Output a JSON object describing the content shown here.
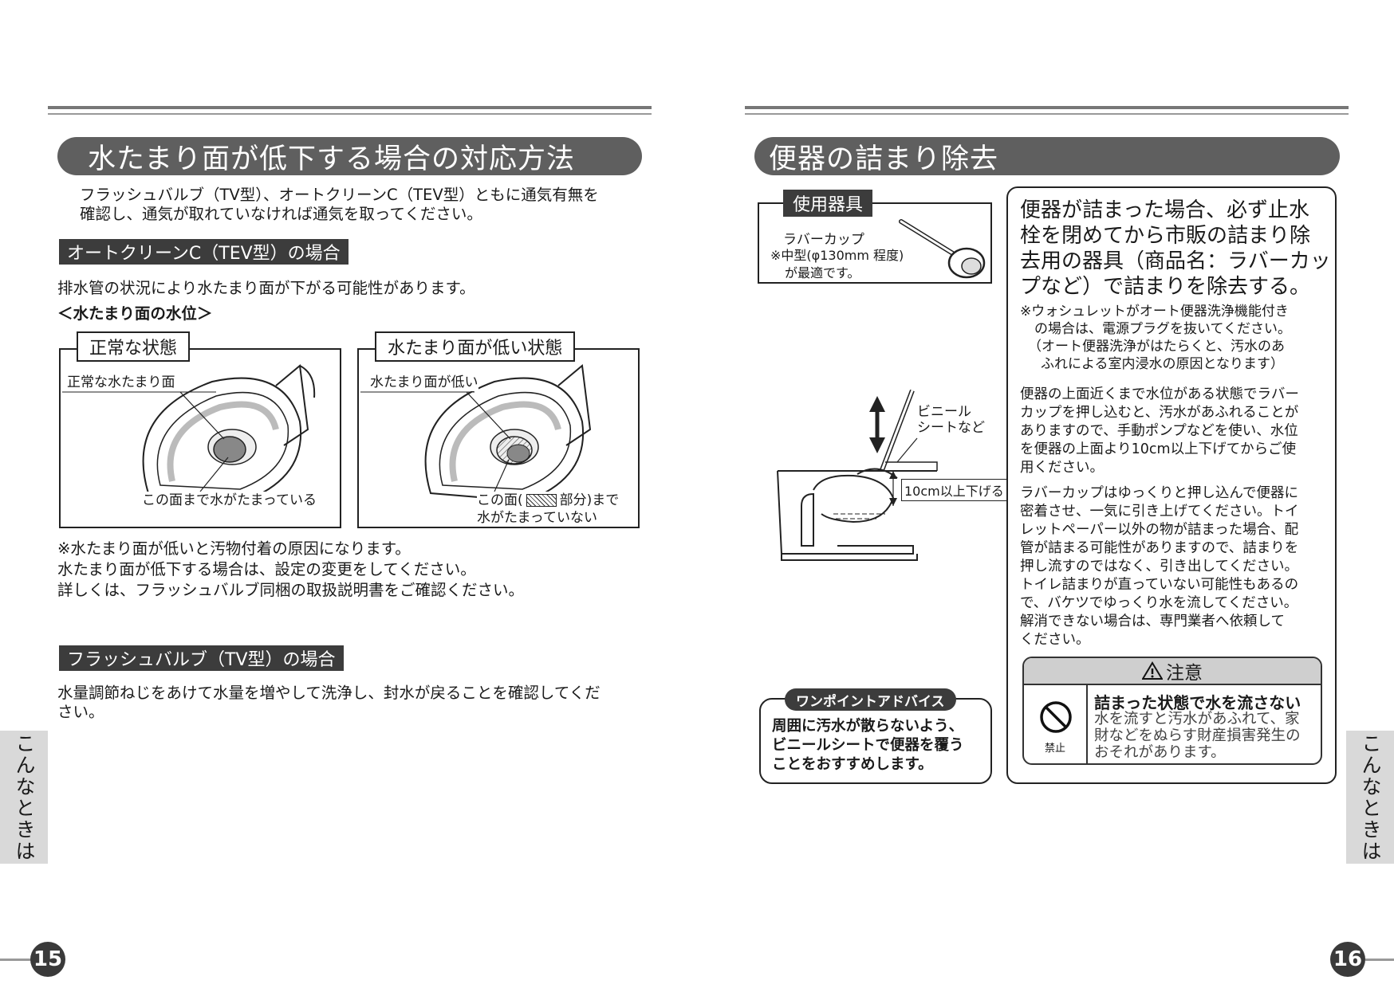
{
  "left": {
    "title": "水たまり面が低下する場合の対応方法",
    "intro": [
      "フラッシュバルブ（TV型）、オートクリーンC（TEV型）ともに通気有無を",
      "確認し、通気が取れていなければ通気を取ってください。"
    ],
    "section1": {
      "heading": "オートクリーンC（TEV型）の場合",
      "text": "排水管の状況により水たまり面が下がる可能性があります。",
      "subheading": "＜水たまり面の水位＞",
      "normal": {
        "label": "正常な状態",
        "callout_top": "正常な水たまり面",
        "callout_bottom": "この面まで水がたまっている"
      },
      "low": {
        "label": "水たまり面が低い状態",
        "callout_top": "水たまり面が低い",
        "callout_bottom_1a": "この面(",
        "callout_bottom_1b": "部分)まで",
        "callout_bottom_2": "水がたまっていない"
      },
      "notes": [
        "※水たまり面が低いと汚物付着の原因になります。",
        "水たまり面が低下する場合は、設定の変更をしてください。",
        "詳しくは、フラッシュバルブ同梱の取扱説明書をご確認ください。"
      ]
    },
    "section2": {
      "heading": "フラッシュバルブ（TV型）の場合",
      "text": [
        "水量調節ねじをあけて水量を増やして洗浄し、封水が戻ることを確認してくだ",
        "さい。"
      ]
    },
    "side_tab": "こんなときは",
    "page_number": "15"
  },
  "right": {
    "title": "便器の詰まり除去",
    "tool": {
      "label": "使用器具",
      "name": "ラバーカップ",
      "note_1": "※中型(φ130mm 程度)",
      "note_2": "が最適です。"
    },
    "diagram": {
      "sheet_label_1": "ビニール",
      "sheet_label_2": "シートなど",
      "lower_label": "10cm以上下げる"
    },
    "advice": {
      "tag": "ワンポイントアドバイス",
      "text": [
        "周囲に汚水が散らないよう、",
        "ビニールシートで便器を覆う",
        "ことをおすすめします。"
      ]
    },
    "instructions": {
      "headline": [
        "便器が詰まった場合、必ず止水",
        "栓を閉めてから市販の詰まり除",
        "去用の器具（商品名：ラバーカッ",
        "プなど）で詰まりを除去する。"
      ],
      "note": [
        "※ウォシュレットがオート便器洗浄機能付き",
        "の場合は、電源プラグを抜いてください。",
        "（オート便器洗浄がはたらくと、汚水のあ",
        "ふれによる室内浸水の原因となります）"
      ],
      "para1": [
        "便器の上面近くまで水位がある状態でラバー",
        "カップを押し込むと、汚水があふれることが",
        "ありますので、手動ポンプなどを使い、水位",
        "を便器の上面より10cm以上下げてからご使",
        "用ください。"
      ],
      "para2": [
        "ラバーカップはゆっくりと押し込んで便器に",
        "密着させ、一気に引き上げてください。トイ",
        "レットペーパー以外の物が詰まった場合、配",
        "管が詰まる可能性がありますので、詰まりを",
        "押し流すのではなく、引き出してください。",
        "トイレ詰まりが直っていない可能性もあるの",
        "で、バケツでゆっくり水を流してください。",
        "解消できない場合は、専門業者へ依頼して",
        "ください。"
      ]
    },
    "caution": {
      "heading": "注意",
      "prohibit_label": "禁止",
      "title": "詰まった状態で水を流さない",
      "text": [
        "水を流すと汚水があふれて、家",
        "財などをぬらす財産損害発生の",
        "おそれがあります。"
      ]
    },
    "side_tab": "こんなときは",
    "page_number": "16"
  }
}
